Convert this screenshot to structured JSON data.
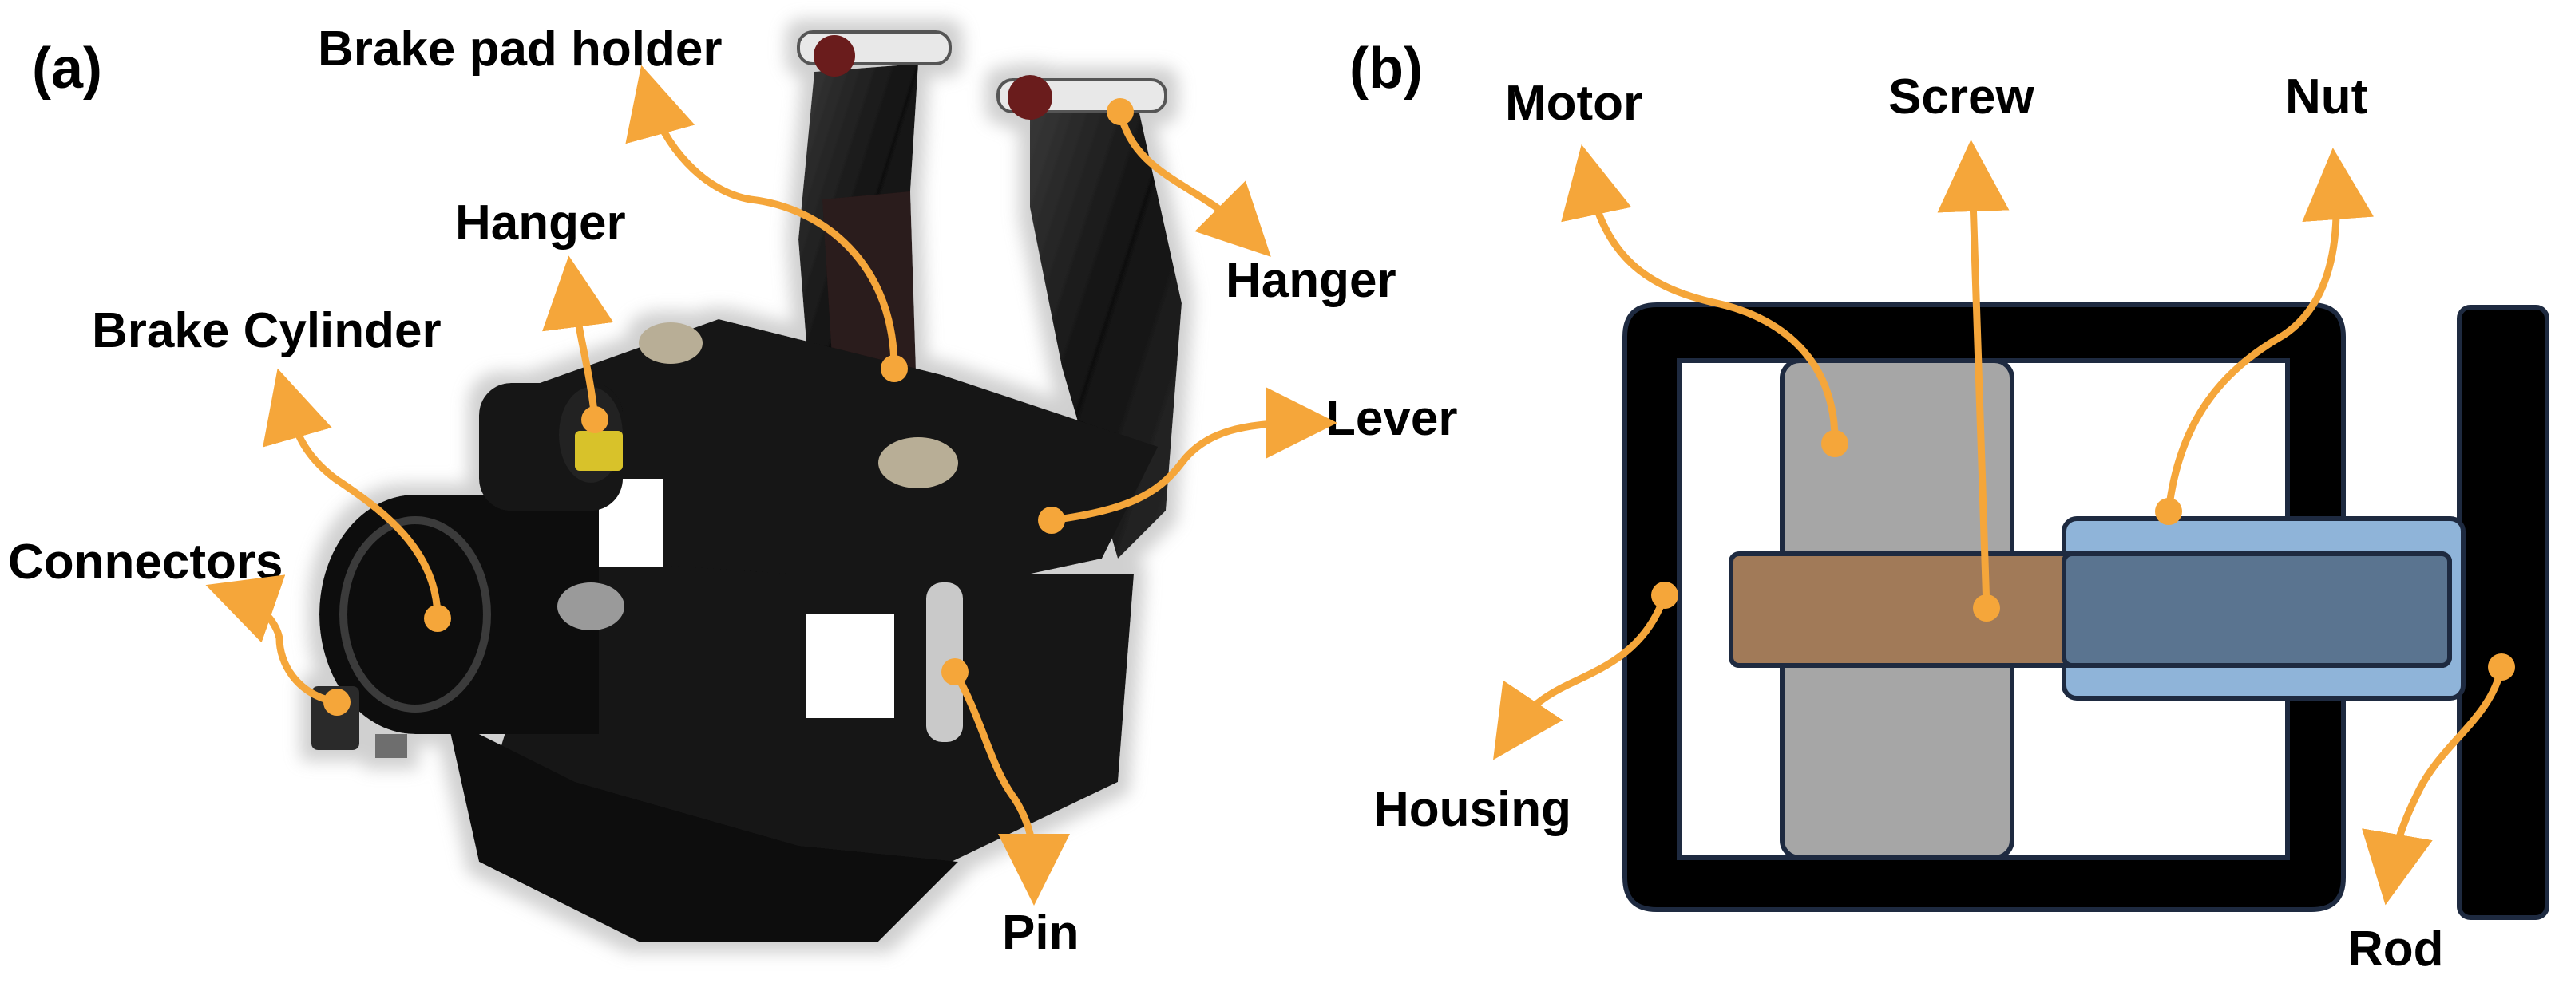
{
  "panel_a": {
    "tag": "(a)",
    "labels": {
      "brake_pad_holder": "Brake pad holder",
      "hanger_left": "Hanger",
      "hanger_right": "Hanger",
      "brake_cylinder": "Brake Cylinder",
      "lever": "Lever",
      "connectors": "Connectors",
      "pin": "Pin"
    }
  },
  "panel_b": {
    "tag": "(b)",
    "labels": {
      "motor": "Motor",
      "screw": "Screw",
      "nut": "Nut",
      "housing": "Housing",
      "rod": "Rod"
    }
  },
  "colors": {
    "arrow": "#f5a63a",
    "outline": "#1e2a40",
    "housing": "#000000",
    "motor": "#a6a6a6",
    "screw": "#a17a58",
    "nut_outer": "#8fb4d9",
    "nut_inner": "#5a7490",
    "caliper_body": "#1a1a1a",
    "bolt": "#b8ae96"
  },
  "icons": {
    "caliper_photo": "brake-caliper-illustration"
  }
}
